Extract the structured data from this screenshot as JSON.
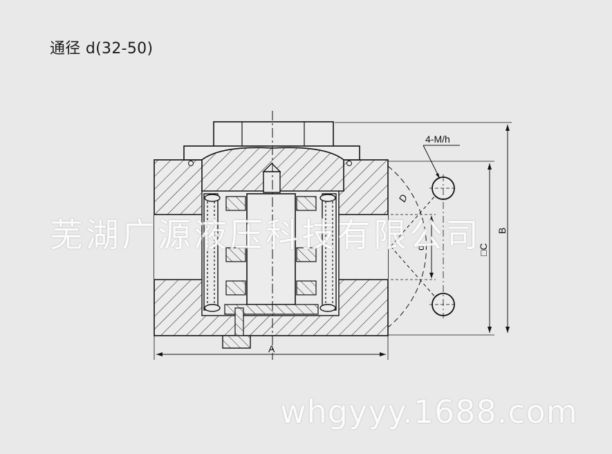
{
  "title": "通径 d(32-50)",
  "labels": {
    "bolt": "4-M/h",
    "pcd": "D",
    "bore": "d",
    "square": "□C",
    "height": "B",
    "width": "A"
  },
  "watermark": {
    "company": "芜湖广源液压科技有限公司",
    "url": "whgyyy.1688.com"
  }
}
